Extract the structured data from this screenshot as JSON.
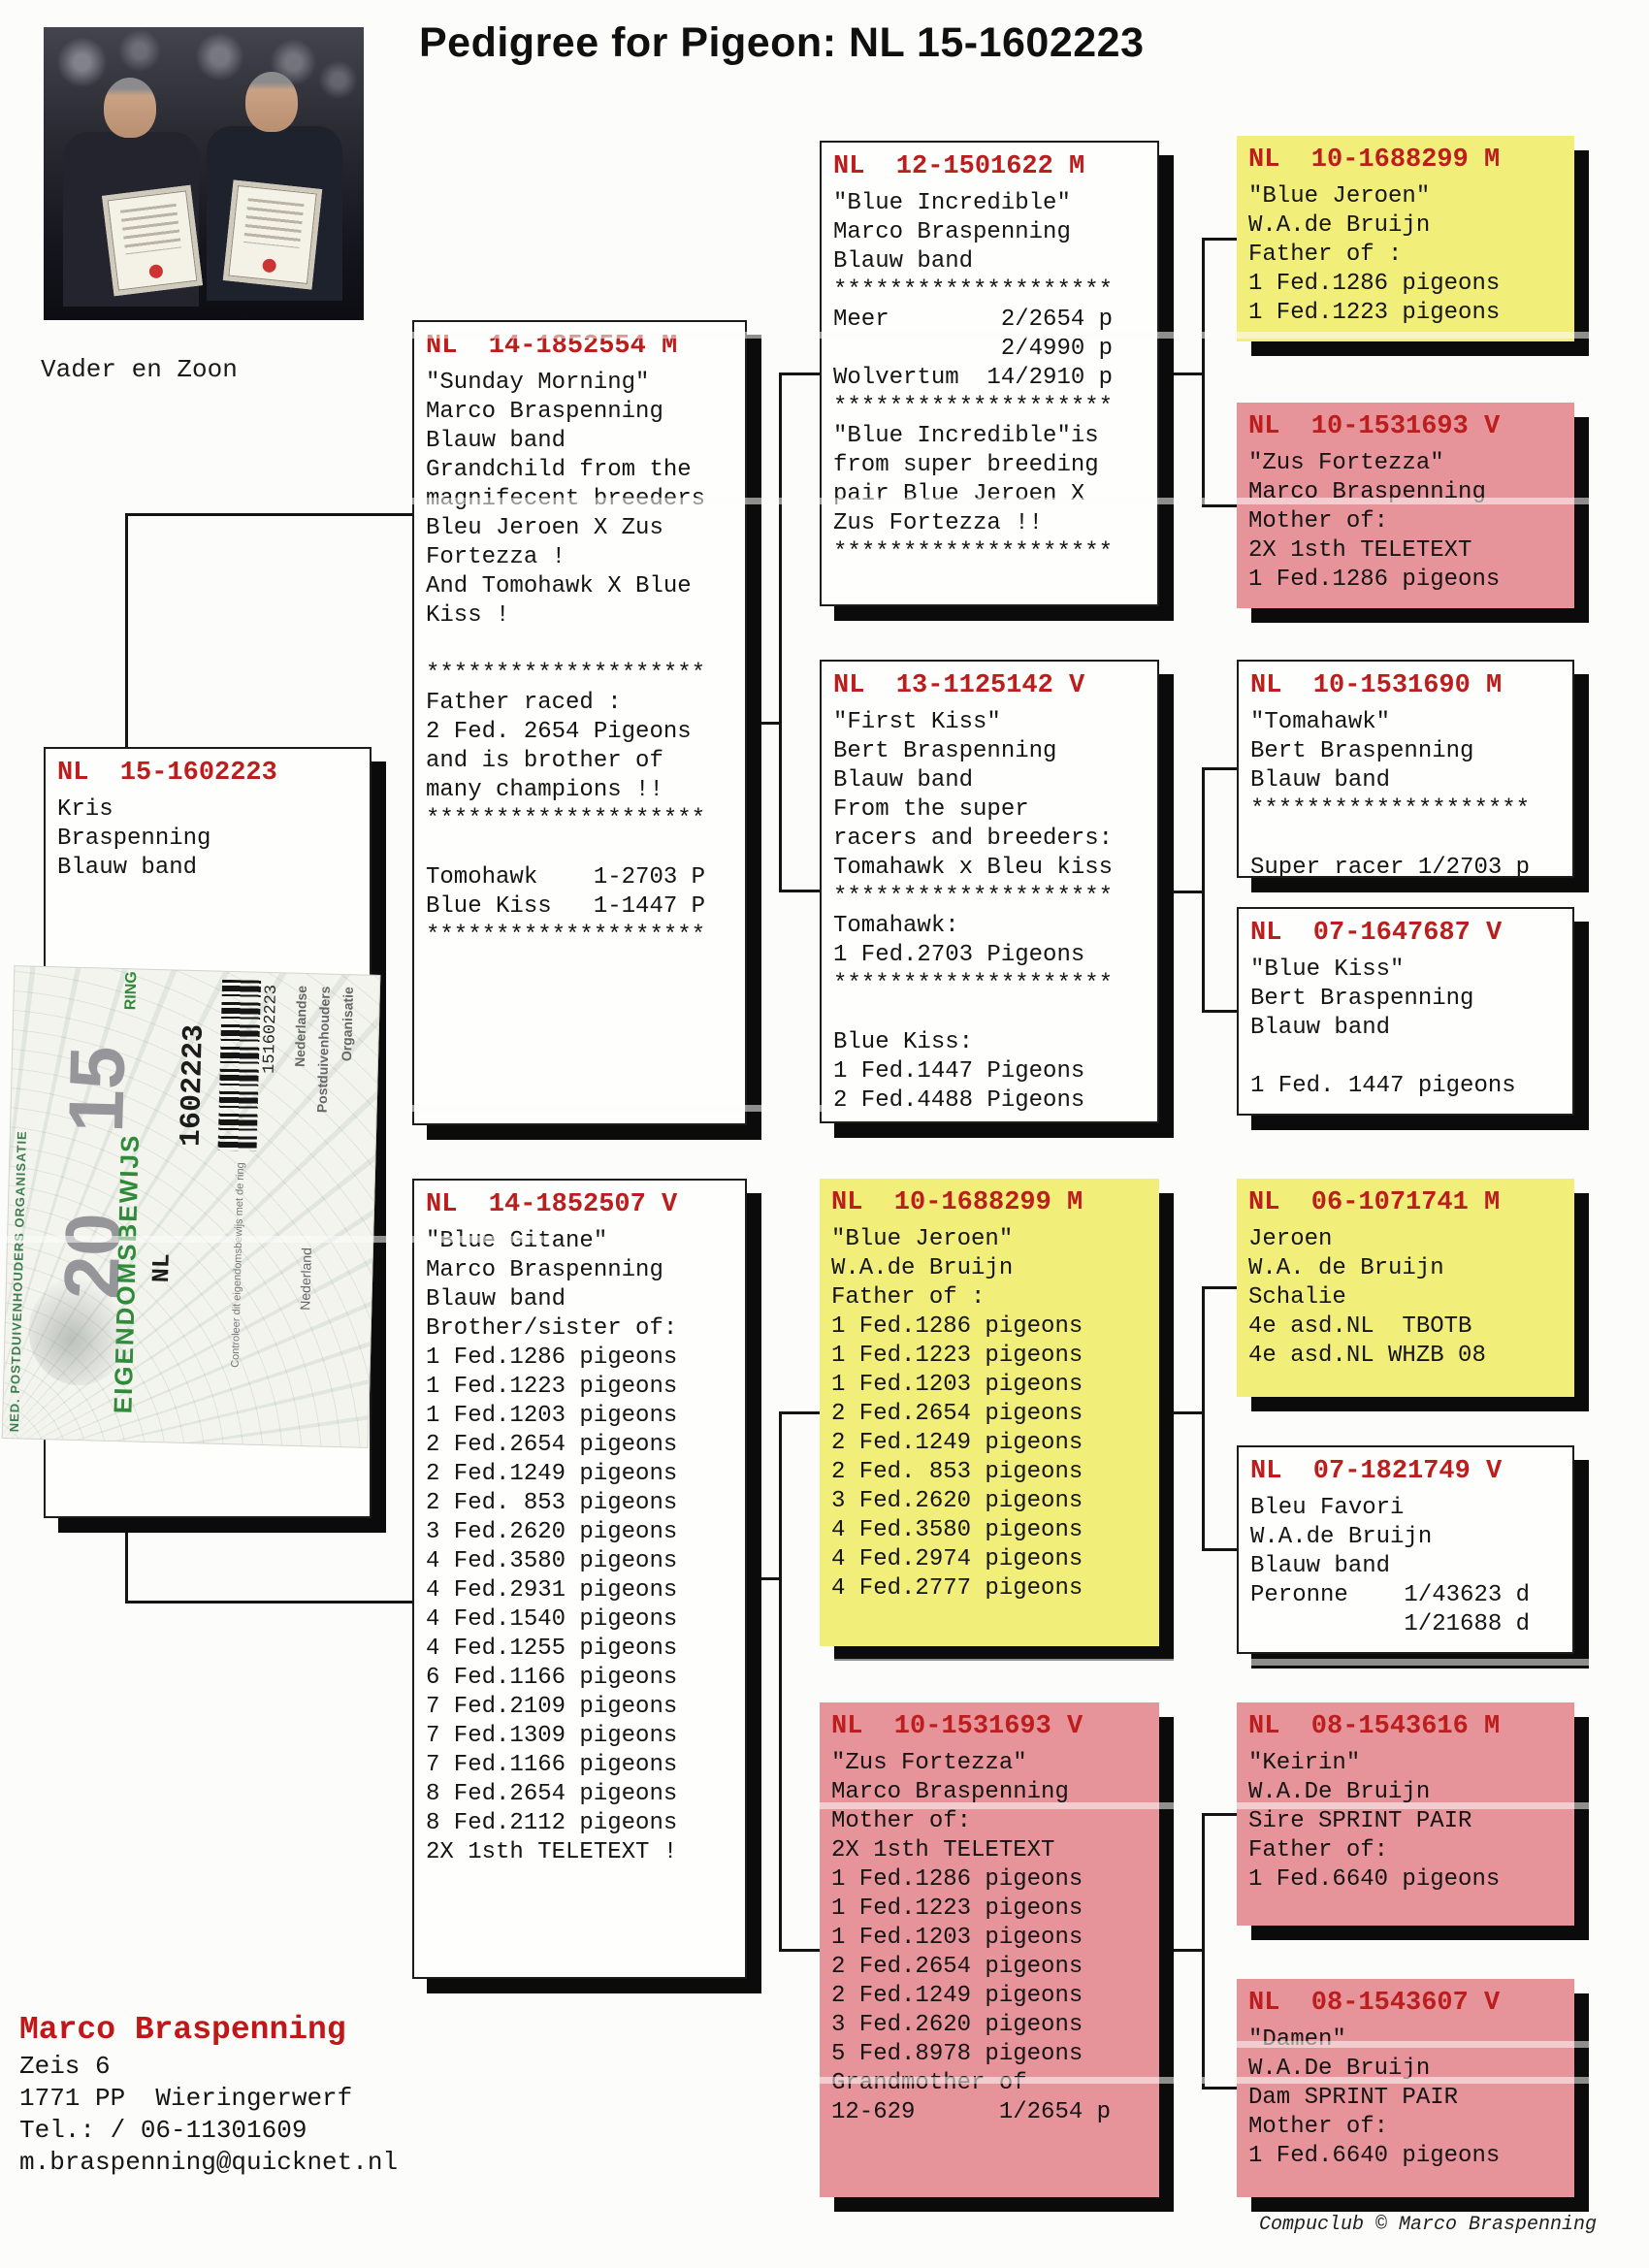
{
  "page": {
    "title": "Pedigree for Pigeon: NL  15-1602223",
    "photo_caption": "Vader en Zoon",
    "footer_credit": "Compuclub © Marco Braspenning"
  },
  "contact": {
    "name": "Marco Braspenning",
    "lines": [
      "Zeis 6",
      "1771 PP  Wieringerwerf",
      "Tel.: / 06-11301609",
      "m.braspenning@quicknet.nl"
    ]
  },
  "colors": {
    "header_red": "#bc1e1e",
    "box_yellow": "#f2ee7a",
    "box_pink": "#e7939a",
    "box_white": "#fefefc",
    "card_green": "#2f8b3a",
    "contact_red": "#c01818"
  },
  "ring_card": {
    "org_name": "NED. POSTDUIVENHOUDERS ORGANISATIE",
    "year_top": "15",
    "year_bottom": "20",
    "doc_title": "EIGENDOMSBEWIJS",
    "ring_word": "RING",
    "ring_number": "1602223",
    "country_code": "NL",
    "barcode_value": "151602223",
    "org_lines": [
      "Nederlandse",
      "Postduivenhouders",
      "Organisatie"
    ],
    "country_name": "Nederland",
    "note": "Controleer dit eigendomsbewijs met de ring"
  },
  "boxes": {
    "subject": {
      "header": "NL  15-1602223",
      "lines": [
        "Kris",
        "Braspenning",
        "Blauw band"
      ]
    },
    "father": {
      "header": "NL  14-1852554 M",
      "lines": [
        "\"Sunday Morning\"",
        "Marco Braspenning",
        "Blauw band",
        "Grandchild from the",
        "magnifecent breeders",
        "Bleu Jeroen X Zus",
        "Fortezza !",
        "And Tomohawk X Blue",
        "Kiss !",
        "",
        "********************",
        "Father raced :",
        "2 Fed. 2654 Pigeons",
        "and is brother of",
        "many champions !!",
        "********************",
        "",
        "Tomohawk    1-2703 P",
        "Blue Kiss   1-1447 P",
        "********************"
      ]
    },
    "mother": {
      "header": "NL  14-1852507 V",
      "lines": [
        "\"Blue Gitane\"",
        "Marco Braspenning",
        "Blauw band",
        "Brother/sister of:",
        "1 Fed.1286 pigeons",
        "1 Fed.1223 pigeons",
        "1 Fed.1203 pigeons",
        "2 Fed.2654 pigeons",
        "2 Fed.1249 pigeons",
        "2 Fed. 853 pigeons",
        "3 Fed.2620 pigeons",
        "4 Fed.3580 pigeons",
        "4 Fed.2931 pigeons",
        "4 Fed.1540 pigeons",
        "4 Fed.1255 pigeons",
        "6 Fed.1166 pigeons",
        "7 Fed.2109 pigeons",
        "7 Fed.1309 pigeons",
        "7 Fed.1166 pigeons",
        "8 Fed.2654 pigeons",
        "8 Fed.2112 pigeons",
        "2X 1sth TELETEXT !"
      ]
    },
    "gp1": {
      "header": "NL  12-1501622 M",
      "lines": [
        "\"Blue Incredible\"",
        "Marco Braspenning",
        "Blauw band",
        "********************",
        "Meer        2/2654 p",
        "            2/4990 p",
        "Wolvertum  14/2910 p",
        "********************",
        "\"Blue Incredible\"is",
        "from super breeding",
        "pair Blue Jeroen X",
        "Zus Fortezza !!",
        "********************"
      ]
    },
    "gp2": {
      "header": "NL  13-1125142 V",
      "lines": [
        "\"First Kiss\"",
        "Bert Braspenning",
        "Blauw band",
        "From the super",
        "racers and breeders:",
        "Tomahawk x Bleu kiss",
        "********************",
        "Tomahawk:",
        "1 Fed.2703 Pigeons",
        "********************",
        "",
        "Blue Kiss:",
        "1 Fed.1447 Pigeons",
        "2 Fed.4488 Pigeons"
      ]
    },
    "gp3": {
      "header": "NL  10-1688299 M",
      "lines": [
        "\"Blue Jeroen\"",
        "W.A.de Bruijn",
        "Father of :",
        "1 Fed.1286 pigeons",
        "1 Fed.1223 pigeons",
        "1 Fed.1203 pigeons",
        "2 Fed.2654 pigeons",
        "2 Fed.1249 pigeons",
        "2 Fed. 853 pigeons",
        "3 Fed.2620 pigeons",
        "4 Fed.3580 pigeons",
        "4 Fed.2974 pigeons",
        "4 Fed.2777 pigeons"
      ]
    },
    "gp4": {
      "header": "NL  10-1531693 V",
      "lines": [
        "\"Zus Fortezza\"",
        "Marco Braspenning",
        "Mother of:",
        "2X 1sth TELETEXT",
        "1 Fed.1286 pigeons",
        "1 Fed.1223 pigeons",
        "1 Fed.1203 pigeons",
        "2 Fed.2654 pigeons",
        "2 Fed.1249 pigeons",
        "3 Fed.2620 pigeons",
        "5 Fed.8978 pigeons",
        "Grandmother of",
        "12-629      1/2654 p"
      ]
    },
    "gg1": {
      "header": "NL  10-1688299 M",
      "lines": [
        "\"Blue Jeroen\"",
        "W.A.de Bruijn",
        "Father of :",
        "1 Fed.1286 pigeons",
        "1 Fed.1223 pigeons"
      ]
    },
    "gg2": {
      "header": "NL  10-1531693 V",
      "lines": [
        "\"Zus Fortezza\"",
        "Marco Braspenning",
        "Mother of:",
        "2X 1sth TELETEXT",
        "1 Fed.1286 pigeons"
      ]
    },
    "gg3": {
      "header": "NL  10-1531690 M",
      "lines": [
        "\"Tomahawk\"",
        "Bert Braspenning",
        "Blauw band",
        "********************",
        "",
        "Super racer 1/2703 p"
      ]
    },
    "gg4": {
      "header": "NL  07-1647687 V",
      "lines": [
        "\"Blue Kiss\"",
        "Bert Braspenning",
        "Blauw band",
        "",
        "1 Fed. 1447 pigeons"
      ]
    },
    "gg5": {
      "header": "NL  06-1071741 M",
      "lines": [
        "Jeroen",
        "W.A. de Bruijn",
        "Schalie",
        "4e asd.NL  TBOTB",
        "4e asd.NL WHZB 08"
      ]
    },
    "gg6": {
      "header": "NL  07-1821749 V",
      "lines": [
        "Bleu Favori",
        "W.A.de Bruijn",
        "Blauw band",
        "Peronne    1/43623 d",
        "           1/21688 d"
      ]
    },
    "gg7": {
      "header": "NL  08-1543616 M",
      "lines": [
        "\"Keirin\"",
        "W.A.De Bruijn",
        "Sire SPRINT PAIR",
        "Father of:",
        "1 Fed.6640 pigeons"
      ]
    },
    "gg8": {
      "header": "NL  08-1543607 V",
      "lines": [
        "\"Damen\"",
        "W.A.De Bruijn",
        "Dam SPRINT PAIR",
        "Mother of:",
        "1 Fed.6640 pigeons"
      ]
    }
  }
}
